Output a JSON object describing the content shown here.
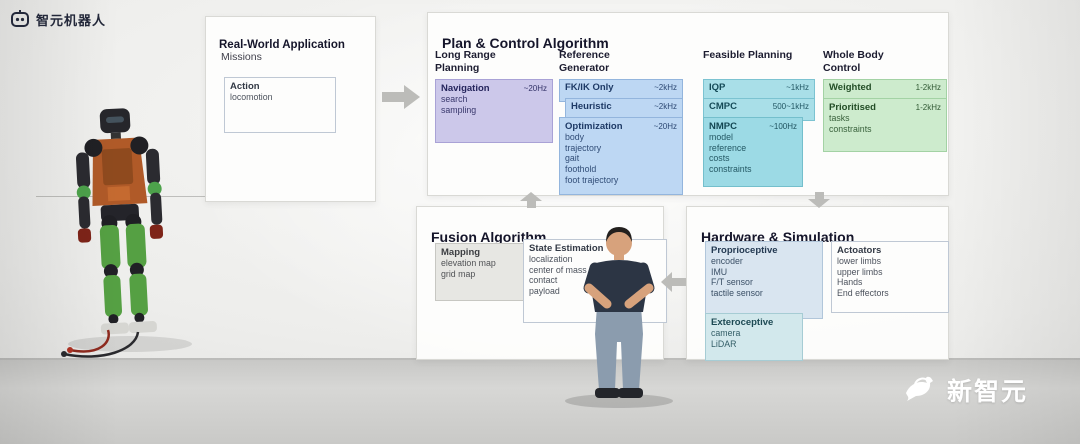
{
  "brand": {
    "logo_text": "智元机器人"
  },
  "watermark": {
    "text": "新智元"
  },
  "colors": {
    "purple_box": "#ccc8ea",
    "blue_box": "#bdd7f3",
    "teal_box": "#a9dfe8",
    "green_box": "#cdebcd",
    "gray_box": "#e7e7e3",
    "softblue_box": "#d9e5f0",
    "cyan_box": "#d2e8ec",
    "arrow": "#bcbcb9"
  },
  "real_world": {
    "title": "Real-World Application",
    "subtitle": "Missions",
    "action": {
      "title": "Action",
      "items": [
        "locomotion"
      ]
    }
  },
  "plan_control": {
    "title": "Plan & Control Algorithm",
    "columns": [
      {
        "header": "Long Range Planning",
        "boxes": [
          {
            "title": "Navigation",
            "rate": "~20Hz",
            "items": [
              "search",
              "sampling"
            ]
          }
        ]
      },
      {
        "header": "Reference Generator",
        "boxes": [
          {
            "title": "FK/IK Only",
            "rate": "~2kHz",
            "items": []
          },
          {
            "title": "Heuristic",
            "rate": "~2kHz",
            "items": []
          },
          {
            "title": "Optimization",
            "rate": "~20Hz",
            "items": [
              "body",
              "trajectory",
              "gait",
              "foothold",
              "foot trajectory"
            ]
          }
        ]
      },
      {
        "header": "Feasible Planning",
        "boxes": [
          {
            "title": "IQP",
            "rate": "~1kHz",
            "items": []
          },
          {
            "title": "CMPC",
            "rate": "500~1kHz",
            "items": []
          },
          {
            "title": "NMPC",
            "rate": "~100Hz",
            "items": [
              "model",
              "reference",
              "costs",
              "constraints"
            ]
          }
        ]
      },
      {
        "header": "Whole Body Control",
        "boxes": [
          {
            "title": "Weighted",
            "rate": "1-2kHz",
            "items": []
          },
          {
            "title": "Prioritised",
            "rate": "1-2kHz",
            "items": [
              "tasks",
              "constraints"
            ]
          }
        ]
      }
    ]
  },
  "fusion": {
    "title": "Fusion Algorithm",
    "mapping": {
      "title": "Mapping",
      "items": [
        "elevation map",
        "grid map"
      ]
    },
    "state_estimation": {
      "title": "State Estimation",
      "items": [
        "localization",
        "center of mass",
        "contact",
        "payload"
      ]
    }
  },
  "hardware": {
    "title": "Hardware & Simulation",
    "proprioceptive": {
      "title": "Proprioceptive",
      "items": [
        "encoder",
        "IMU",
        "F/T sensor",
        "tactile sensor"
      ]
    },
    "actuators": {
      "title": "Actoators",
      "items": [
        "lower limbs",
        "upper limbs",
        "Hands",
        "End effectors"
      ]
    },
    "exteroceptive": {
      "title": "Exteroceptive",
      "items": [
        "camera",
        "LiDAR"
      ]
    }
  }
}
